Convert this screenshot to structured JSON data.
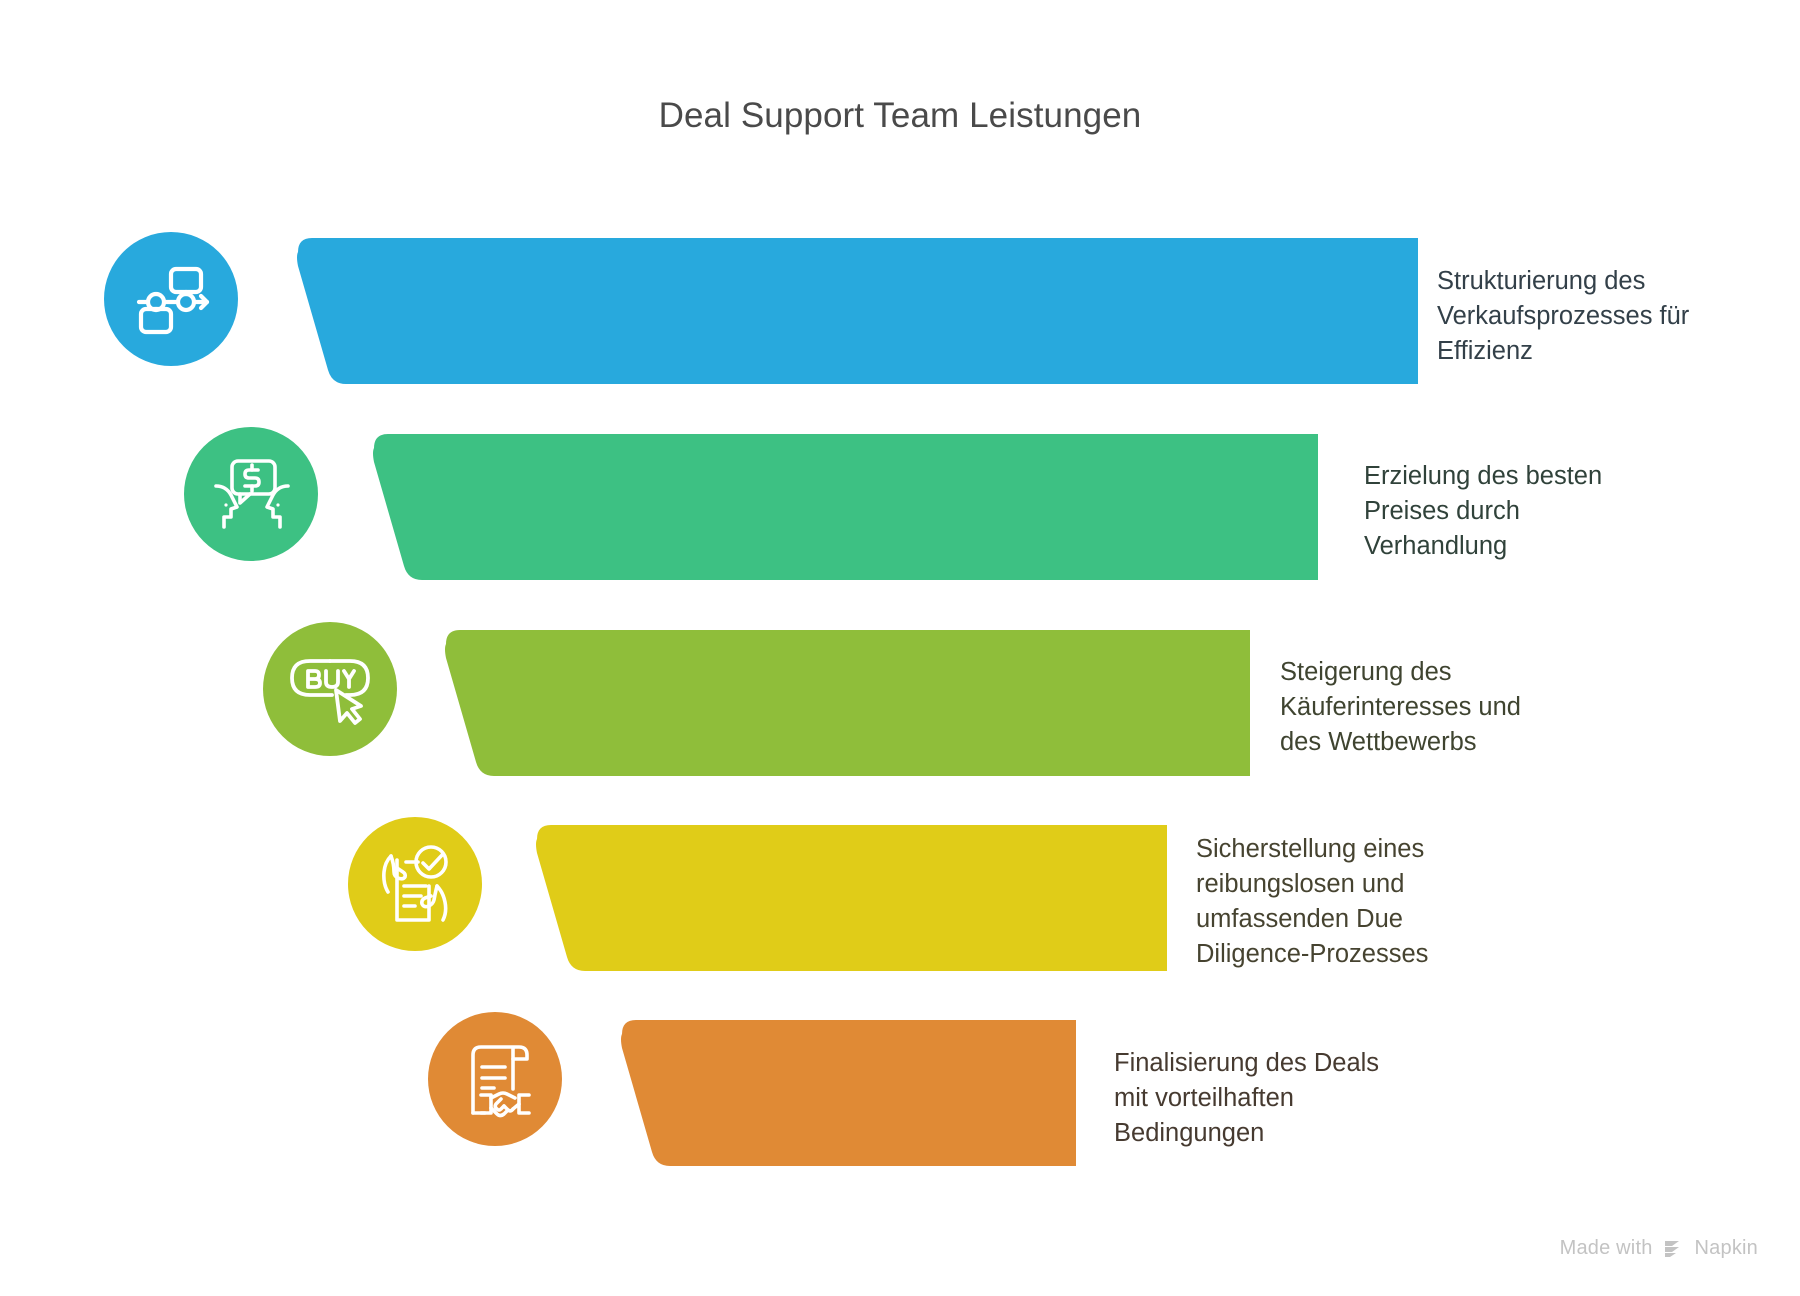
{
  "title": "Deal Support Team Leistungen",
  "watermark": {
    "prefix": "Made with",
    "brand": "Napkin",
    "logo_icon": "napkin-logo-icon",
    "color": "#c3c3c3"
  },
  "colors": {
    "background": "#ffffff",
    "title_text": "#4a4a4a",
    "stage_1": "#28a9dd",
    "stage_2": "#3dc183",
    "stage_3": "#8fbe3a",
    "stage_4": "#e0cc18",
    "stage_5": "#e08a35",
    "text_1": "#334049",
    "text_2": "#30423a",
    "text_3": "#3f4430",
    "text_4": "#464330",
    "text_5": "#463a30"
  },
  "stages": [
    {
      "index": 1,
      "description": "Strukturierung des\nVerkaufsprozesses für\nEffizienz",
      "icon": "workflow-diagram-icon",
      "color": "#28a9dd",
      "text_color": "#334049"
    },
    {
      "index": 2,
      "description": "Erzielung des besten\nPreises durch\nVerhandlung",
      "icon": "negotiation-heads-dollar-icon",
      "color": "#3dc183",
      "text_color": "#30423a"
    },
    {
      "index": 3,
      "description": "Steigerung des\nKäuferinteresses und\ndes Wettbewerbs",
      "icon": "buy-button-cursor-icon",
      "color": "#8fbe3a",
      "text_color": "#3f4430"
    },
    {
      "index": 4,
      "description": "Sicherstellung eines\nreibungslosen und\numfassenden Due\nDiligence-Prozesses",
      "icon": "document-check-hands-icon",
      "color": "#e0cc18",
      "text_color": "#464330"
    },
    {
      "index": 5,
      "description": "Finalisierung des Deals\nmit vorteilhaften\nBedingungen",
      "icon": "contract-handshake-icon",
      "color": "#e08a35",
      "text_color": "#463a30"
    }
  ]
}
